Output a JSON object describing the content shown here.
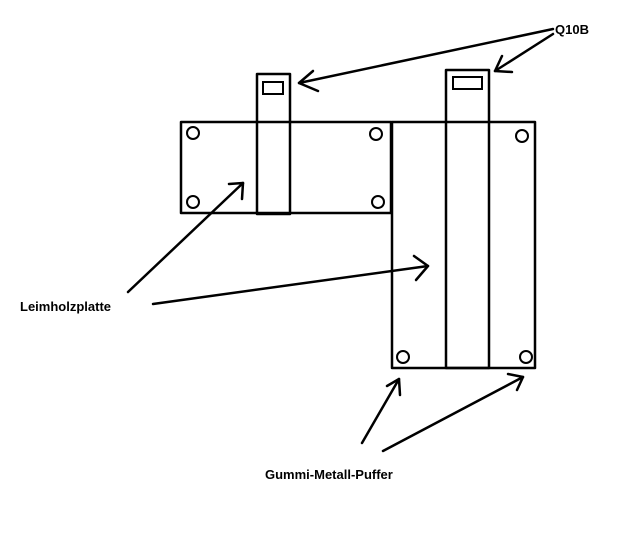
{
  "labels": {
    "q10b": "Q10B",
    "leimholzplatte": "Leimholzplatte",
    "gummi_metall_puffer": "Gummi-Metall-Puffer"
  }
}
